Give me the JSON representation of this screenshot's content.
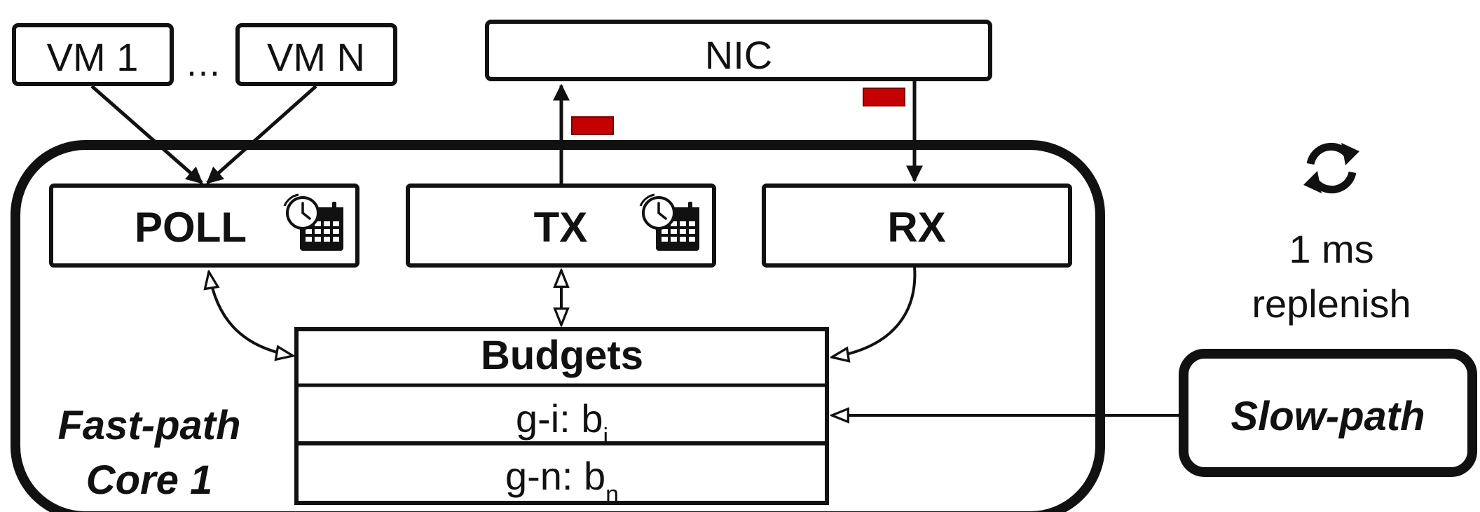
{
  "vms": {
    "first": "VM 1",
    "ellipsis": "…",
    "last": "VM N"
  },
  "nic": "NIC",
  "fast_path": {
    "blocks": {
      "poll": "POLL",
      "tx": "TX",
      "rx": "RX"
    },
    "budgets": {
      "title": "Budgets",
      "rows": [
        {
          "prefix": "g-i: b",
          "sub": "i"
        },
        {
          "prefix": "g-n: b",
          "sub": "n"
        }
      ]
    },
    "caption_line1": "Fast-path",
    "caption_line2": "Core 1"
  },
  "replenish": {
    "interval": "1 ms",
    "label": "replenish"
  },
  "slow_path": "Slow-path",
  "icons": {
    "scheduler": "calendar-clock-icon",
    "replenish": "refresh-cycle-icon",
    "packet": "packet-icon"
  },
  "colors": {
    "stroke": "#111111",
    "packet": "#c40000"
  }
}
